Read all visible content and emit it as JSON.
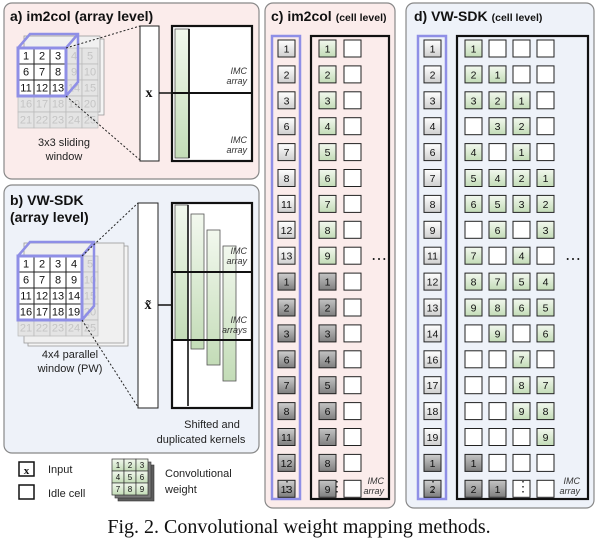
{
  "panels": {
    "a": {
      "title": "a) im2col (array level)",
      "grid_caption": [
        "3x3 sliding",
        "window"
      ],
      "imc1": [
        "IMC",
        "array"
      ],
      "imc2": [
        "IMC",
        "array"
      ],
      "x_symbol": "x"
    },
    "b": {
      "title_line1": "b) VW-SDK",
      "title_line2": "(array level)",
      "grid_caption": [
        "4x4 parallel",
        "window (PW)"
      ],
      "kernel_caption": [
        "Shifted and",
        "duplicated kernels"
      ],
      "imc1": [
        "IMC",
        "array"
      ],
      "imc2": [
        "IMC",
        "arrays"
      ],
      "x_symbol": "x̃"
    },
    "c": {
      "title_main": "c) im2col",
      "title_sub": "(cell level)",
      "imc": [
        "IMC",
        "array"
      ]
    },
    "d": {
      "title_main": "d) VW-SDK",
      "title_sub": "(cell level)",
      "imc": [
        "IMC",
        "array"
      ]
    }
  },
  "grid_numbers": [
    [
      "1",
      "2",
      "3",
      "4",
      "5"
    ],
    [
      "6",
      "7",
      "8",
      "9",
      "10"
    ],
    [
      "11",
      "12",
      "13",
      "14",
      "15"
    ],
    [
      "16",
      "17",
      "18",
      "19",
      "20"
    ],
    [
      "21",
      "22",
      "23",
      "24",
      "25"
    ]
  ],
  "c_inputs": [
    "1",
    "2",
    "3",
    "6",
    "7",
    "8",
    "11",
    "12",
    "13",
    "1",
    "2",
    "3",
    "6",
    "7",
    "8",
    "11",
    "12",
    "13"
  ],
  "c_weights": [
    "1",
    "2",
    "3",
    "4",
    "5",
    "6",
    "7",
    "8",
    "9",
    "1",
    "2",
    "3",
    "4",
    "5",
    "6",
    "7",
    "8",
    "9"
  ],
  "d_inputs": [
    "1",
    "2",
    "3",
    "4",
    "6",
    "7",
    "8",
    "9",
    "11",
    "12",
    "13",
    "14",
    "16",
    "17",
    "18",
    "19",
    "1",
    "2"
  ],
  "d_weights": [
    [
      "1",
      "",
      "",
      ""
    ],
    [
      "2",
      "1",
      "",
      ""
    ],
    [
      "3",
      "2",
      "1",
      ""
    ],
    [
      "",
      "3",
      "2",
      ""
    ],
    [
      "4",
      "",
      "1",
      ""
    ],
    [
      "5",
      "4",
      "2",
      "1"
    ],
    [
      "6",
      "5",
      "3",
      "2"
    ],
    [
      "",
      "6",
      "",
      "3"
    ],
    [
      "7",
      "",
      "4",
      ""
    ],
    [
      "8",
      "7",
      "5",
      "4"
    ],
    [
      "9",
      "8",
      "6",
      "5"
    ],
    [
      "",
      "9",
      "",
      "6"
    ],
    [
      "",
      "",
      "7",
      ""
    ],
    [
      "",
      "",
      "8",
      "7"
    ],
    [
      "",
      "",
      "9",
      "8"
    ],
    [
      "",
      "",
      "",
      "9"
    ],
    [
      "1",
      "",
      "",
      ""
    ],
    [
      "2",
      "1",
      "",
      ""
    ]
  ],
  "legend": {
    "input": "Input",
    "idle": "Idle cell",
    "conv_line1": "Convolutional",
    "conv_line2": "weight",
    "x_mark": "x",
    "weight_nums": [
      "1",
      "2",
      "3",
      "4",
      "5",
      "6",
      "7",
      "8",
      "9"
    ]
  },
  "ellipsis": "⋯",
  "vdots": "⋮",
  "caption": "Fig. 2.  Convolutional weight mapping methods."
}
